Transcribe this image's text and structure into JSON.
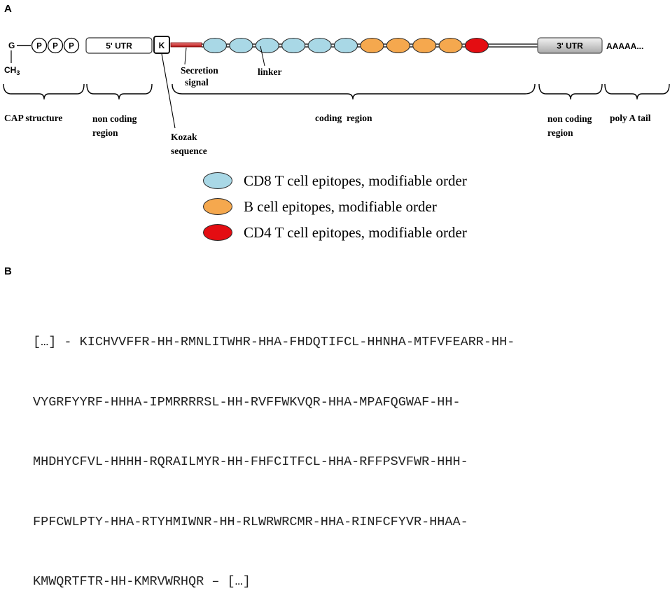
{
  "panels": {
    "a": "A",
    "b": "B"
  },
  "mrna": {
    "cap_g": "G",
    "cap_ch3_main": "CH",
    "cap_ch3_sub": "3",
    "phosphate": "P",
    "utr5": "5' UTR",
    "kozak_box": "K",
    "utr3": "3' UTR",
    "polyA": "AAAAA..."
  },
  "epitopes": [
    {
      "kind": "cd8"
    },
    {
      "kind": "cd8"
    },
    {
      "kind": "cd8"
    },
    {
      "kind": "cd8"
    },
    {
      "kind": "cd8"
    },
    {
      "kind": "cd8"
    },
    {
      "kind": "b"
    },
    {
      "kind": "b"
    },
    {
      "kind": "b"
    },
    {
      "kind": "b"
    },
    {
      "kind": "cd4"
    }
  ],
  "callouts": {
    "secretion_1": "Secretion",
    "secretion_2": "signal",
    "linker": "linker",
    "kozak_1": "Kozak",
    "kozak_2": "sequence"
  },
  "regions": {
    "cap": "CAP structure",
    "noncoding5_1": "non coding",
    "noncoding5_2": "region",
    "coding": "coding  region",
    "noncoding3_1": "non coding",
    "noncoding3_2": "region",
    "polya": "poly A tail"
  },
  "legend": {
    "cd8": "CD8 T cell epitopes, modifiable order",
    "b": "B cell epitopes, modifiable order",
    "cd4": "CD4 T cell epitopes, modifiable order"
  },
  "colors": {
    "cd8": "#a9d8e6",
    "b": "#f5a84e",
    "cd4": "#e40d12",
    "secretion": "#d4262a",
    "utr3": "#cfcfcf",
    "backbone": "#2b2b2b"
  },
  "sequence": {
    "lines": [
      "[…] - KICHVVFFR-HH-RMNLITWHR-HHA-FHDQTIFCL-HHNHA-MTFVFEARR-HH-",
      "VYGRFYYRF-HHHA-IPMRRRRSL-HH-RVFFWKVQR-HHA-MPAFQGWAF-HH-",
      "MHDHYCFVL-HHHH-RQRAILMYR-HH-FHFCITFCL-HHA-RFFPSVFWR-HHH-",
      "FPFCWLPTY-HHA-RTYHMIWNR-HH-RLWRWRCMR-HHA-RINFCFYVR-HHAA-",
      "KMWQRTFTR-HH-KMRVWRHQR – […]"
    ]
  }
}
